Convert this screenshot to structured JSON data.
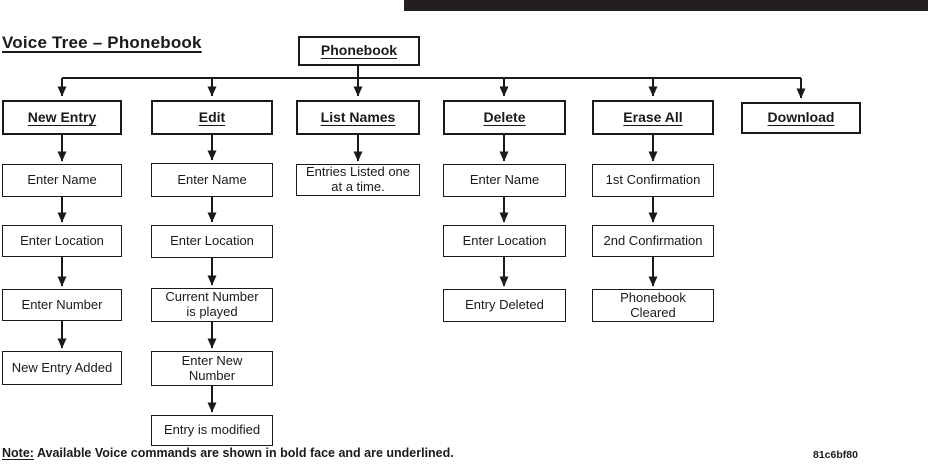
{
  "title": "Voice Tree – Phonebook",
  "root": {
    "label": "Phonebook"
  },
  "columns": [
    {
      "command": "New Entry",
      "steps": [
        "Enter Name",
        "Enter Location",
        "Enter Number",
        "New Entry Added"
      ]
    },
    {
      "command": "Edit",
      "steps": [
        "Enter Name",
        "Enter Location",
        "Current Number\nis played",
        "Enter New\nNumber",
        "Entry is modified"
      ]
    },
    {
      "command": "List Names",
      "steps": [
        "Entries Listed one\nat a time."
      ]
    },
    {
      "command": "Delete",
      "steps": [
        "Enter Name",
        "Enter Location",
        "Entry Deleted"
      ]
    },
    {
      "command": "Erase All",
      "steps": [
        "1st Confirmation",
        "2nd Confirmation",
        "Phonebook\nCleared"
      ]
    },
    {
      "command": "Download",
      "steps": []
    }
  ],
  "note": {
    "label": "Note:",
    "text": " Available Voice commands are shown in bold face and are underlined."
  },
  "figure_code": "81c6bf80",
  "colors": {
    "ink": "#1a1a1a",
    "top_bar": "#231f20",
    "box_bg": "#ffffff"
  }
}
